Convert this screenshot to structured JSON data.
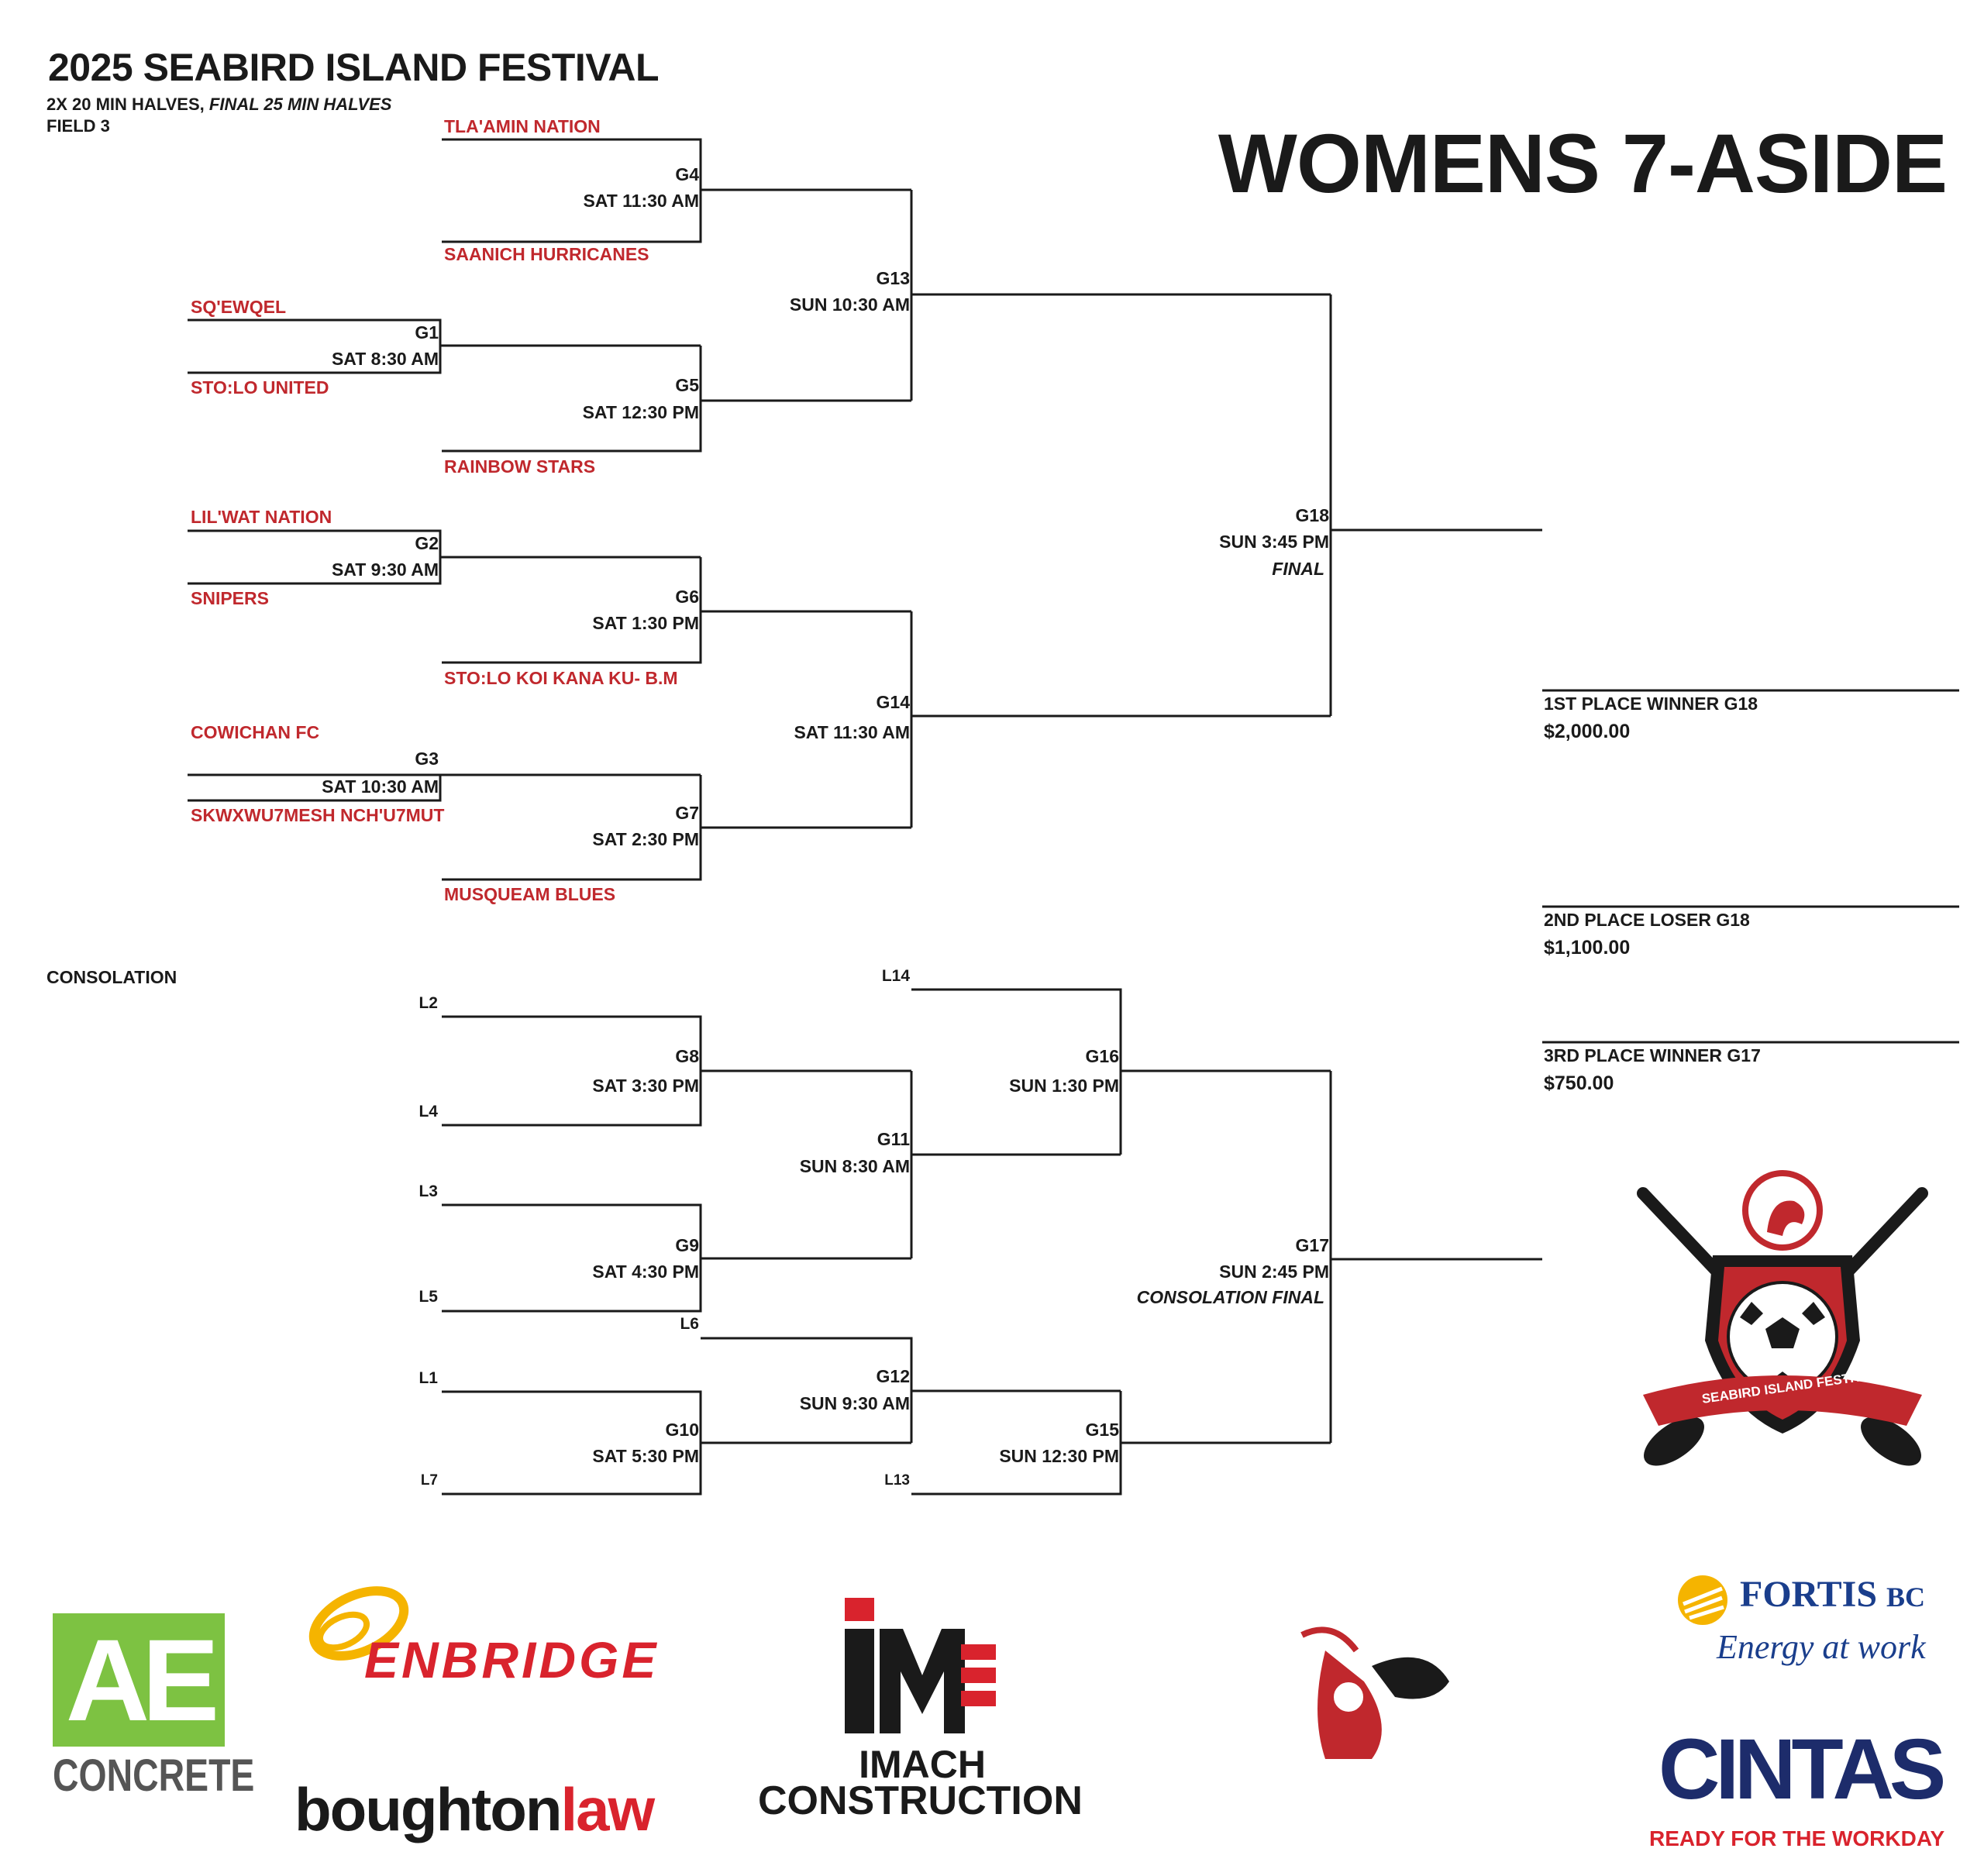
{
  "header": {
    "title": "2025 SEABIRD ISLAND FESTIVAL",
    "sub1_a": "2X 20 MIN HALVES,",
    "sub1_b": "FINAL 25 MIN HALVES",
    "sub2": "FIELD 3",
    "division": "WOMENS 7-ASIDE"
  },
  "teams": {
    "t1": "TLA'AMIN NATION",
    "t2": "SAANICH HURRICANES",
    "t3": "SQ'EWQEL",
    "t4": "STO:LO UNITED",
    "t5": "RAINBOW STARS",
    "t6": "LIL'WAT NATION",
    "t7": "SNIPERS",
    "t8": "STO:LO KOI KANA KU- B.M",
    "t9": "COWICHAN FC",
    "t10": "SKWXWU7MESH NCH'U7MUT",
    "t11": "MUSQUEAM BLUES"
  },
  "games": {
    "g1": {
      "id": "G1",
      "time": "SAT 8:30 AM"
    },
    "g2": {
      "id": "G2",
      "time": "SAT 9:30 AM"
    },
    "g3": {
      "id": "G3",
      "time": "SAT 10:30 AM"
    },
    "g4": {
      "id": "G4",
      "time": "SAT 11:30 AM"
    },
    "g5": {
      "id": "G5",
      "time": "SAT 12:30 PM"
    },
    "g6": {
      "id": "G6",
      "time": "SAT 1:30 PM"
    },
    "g7": {
      "id": "G7",
      "time": "SAT 2:30 PM"
    },
    "g8": {
      "id": "G8",
      "time": "SAT 3:30 PM"
    },
    "g9": {
      "id": "G9",
      "time": "SAT 4:30 PM"
    },
    "g10": {
      "id": "G10",
      "time": "SAT 5:30 PM"
    },
    "g11": {
      "id": "G11",
      "time": "SUN 8:30 AM"
    },
    "g12": {
      "id": "G12",
      "time": "SUN 9:30 AM"
    },
    "g13": {
      "id": "G13",
      "time": "SUN 10:30 AM"
    },
    "g14": {
      "id": "G14",
      "time": "SAT 11:30 AM"
    },
    "g15": {
      "id": "G15",
      "time": "SUN 12:30 PM"
    },
    "g16": {
      "id": "G16",
      "time": "SUN 1:30 PM"
    },
    "g17": {
      "id": "G17",
      "time": "SUN 2:45 PM",
      "note": "CONSOLATION FINAL"
    },
    "g18": {
      "id": "G18",
      "time": "SUN 3:45 PM",
      "note": "FINAL"
    }
  },
  "consolation": {
    "title": "CONSOLATION",
    "l1": "L1",
    "l2": "L2",
    "l3": "L3",
    "l4": "L4",
    "l5": "L5",
    "l6": "L6",
    "l7": "L7",
    "l13": "L13",
    "l14": "L14"
  },
  "prizes": [
    {
      "label": "1ST PLACE WINNER G18",
      "amount": "$2,000.00"
    },
    {
      "label": "2ND PLACE LOSER G18",
      "amount": "$1,100.00"
    },
    {
      "label": "3RD PLACE WINNER G17",
      "amount": "$750.00"
    }
  ],
  "sponsors": {
    "ae_top": "AE",
    "ae_bottom": "CONCRETE",
    "enbridge": "ENBRIDGE",
    "boughton_a": "boughton",
    "boughton_b": "law",
    "imach_1": "IMACH",
    "imach_2": "CONSTRUCTION",
    "fortis_a": "FORTIS",
    "fortis_b": "BC",
    "fortis_tag": "Energy at work",
    "cintas": "CINTAS",
    "cintas_tag": "READY FOR THE WORKDAY"
  },
  "crest_text": "SEABIRD ISLAND FESTIVAL",
  "colors": {
    "team_red": "#c0282d",
    "ae_green": "#7dc242",
    "enbridge_red": "#d9232d",
    "fortis_blue": "#1a3e8c",
    "fortis_yellow": "#f5b400",
    "cintas_navy": "#1d2c6b"
  }
}
